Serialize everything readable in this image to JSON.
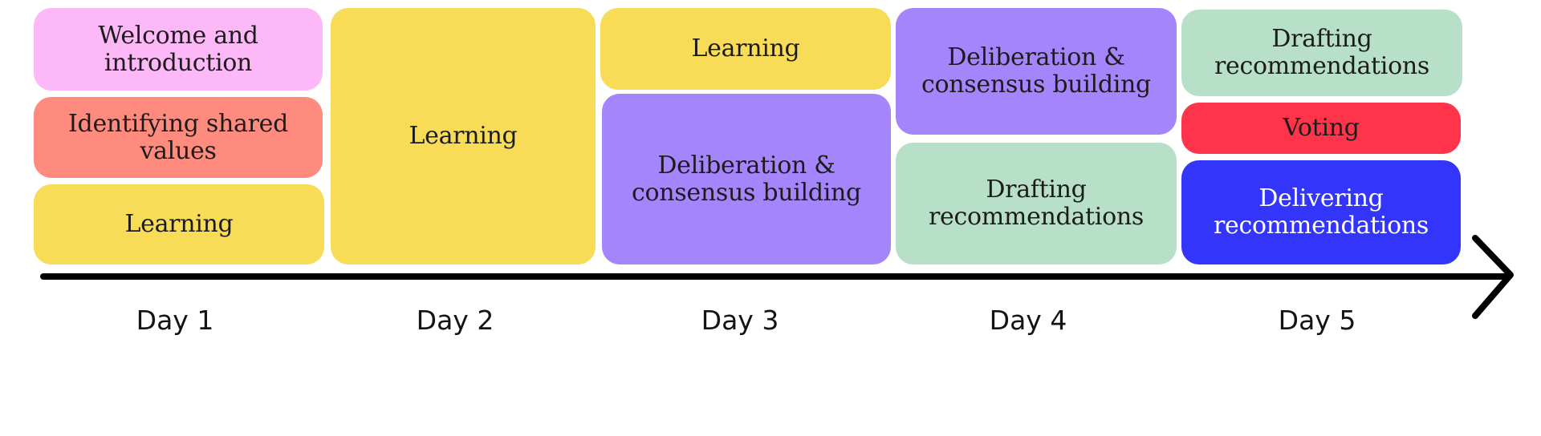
{
  "colors": {
    "pink": "#FDB8F7",
    "salmon": "#FF8B7E",
    "yellow": "#F8DC57",
    "purple": "#A585FB",
    "mint": "#B8E0C8",
    "red": "#FF344A",
    "blue": "#3335FA",
    "dark_text": "#1c1c1c",
    "light_text": "#ffffff",
    "axis": "#000000"
  },
  "days": [
    {
      "label": "Day 1",
      "blocks": [
        {
          "text": "Welcome and\nintroduction",
          "color": "pink"
        },
        {
          "text": "Identifying shared\nvalues",
          "color": "salmon"
        },
        {
          "text": "Learning",
          "color": "yellow"
        }
      ]
    },
    {
      "label": "Day 2",
      "blocks": [
        {
          "text": "Learning",
          "color": "yellow"
        }
      ]
    },
    {
      "label": "Day 3",
      "blocks": [
        {
          "text": "Learning",
          "color": "yellow"
        },
        {
          "text": "Deliberation &\nconsensus building",
          "color": "purple"
        }
      ]
    },
    {
      "label": "Day 4",
      "blocks": [
        {
          "text": "Deliberation &\nconsensus building",
          "color": "purple"
        },
        {
          "text": "Drafting\nrecommendations",
          "color": "mint"
        }
      ]
    },
    {
      "label": "Day 5",
      "blocks": [
        {
          "text": "Drafting\nrecommendations",
          "color": "mint"
        },
        {
          "text": "Voting",
          "color": "red"
        },
        {
          "text": "Delivering\nrecommendations",
          "color": "blue",
          "text_color": "light_text"
        }
      ]
    }
  ]
}
